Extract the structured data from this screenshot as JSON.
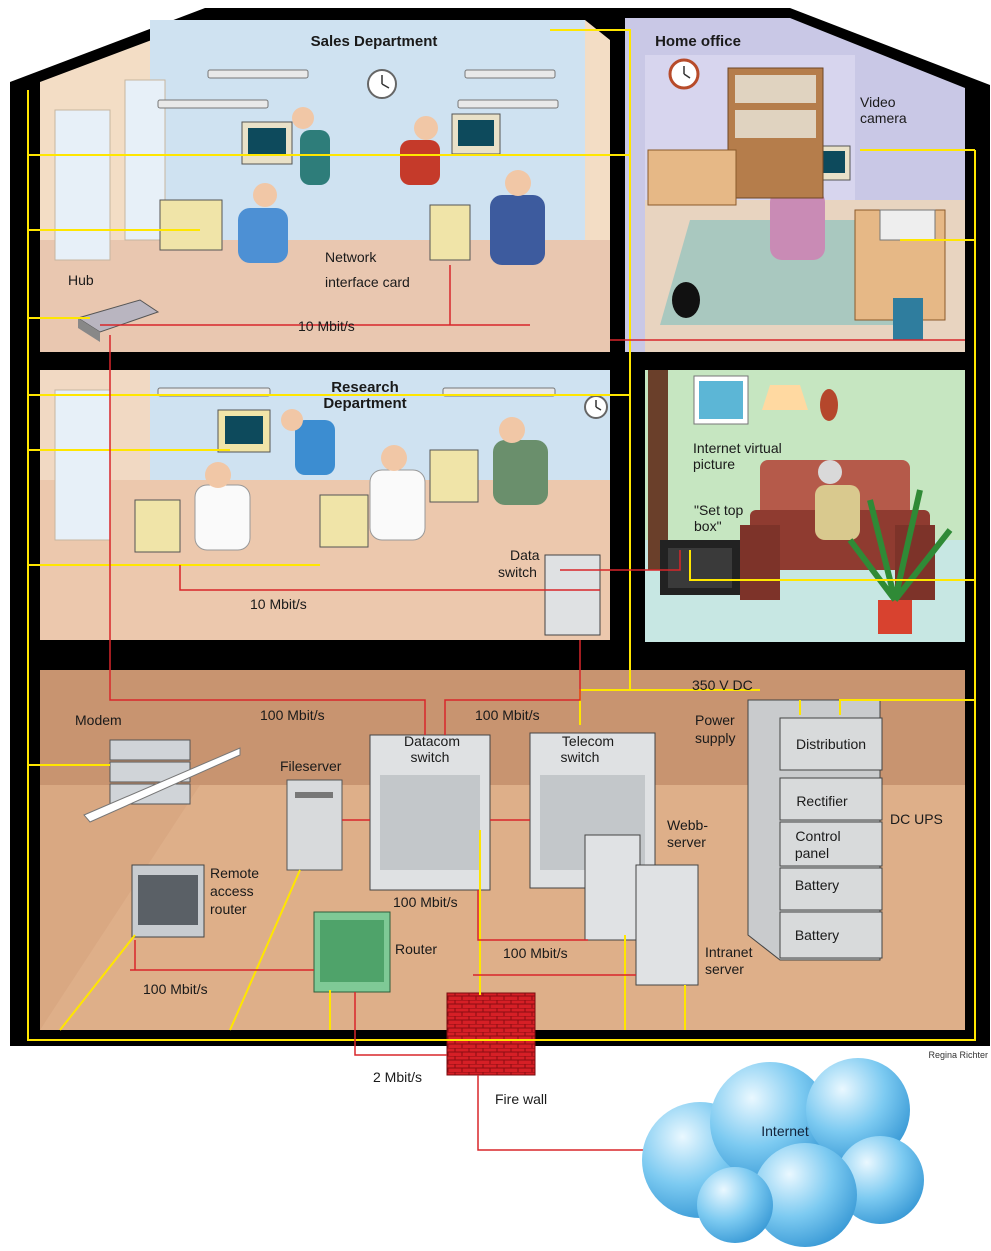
{
  "rooms": {
    "sales": "Sales Department",
    "home": "Home office",
    "research": "Research Department"
  },
  "labels": {
    "video_camera": "Video camera",
    "hub": "Hub",
    "network_interface_card": "Network interface card",
    "sales_speed": "10 Mbit/s",
    "research_speed": "10 Mbit/s",
    "internet_picture": "Internet virtual picture",
    "set_top_box": "\"Set top box\"",
    "data_switch": "Data switch",
    "dc_voltage": "350 V DC",
    "modem": "Modem",
    "link_left": "100 Mbit/s",
    "link_mid": "100 Mbit/s",
    "power_supply": "Power supply",
    "fileserver": "Fileserver",
    "datacom_switch": "Datacom switch",
    "telecom_switch": "Telecom switch",
    "distribution": "Distribution",
    "rectifier": "Rectifier",
    "control_panel": "Control panel",
    "battery_1": "Battery",
    "battery_2": "Battery",
    "dc_ups": "DC UPS",
    "webb_server": "Webb-server",
    "remote_access_router": "Remote access router",
    "link_datacom": "100 Mbit/s",
    "router": "Router",
    "link_intranet": "100 Mbit/s",
    "intranet_server": "Intranet server",
    "link_router": "100 Mbit/s",
    "wan_speed": "2 Mbit/s",
    "fire_wall": "Fire wall",
    "internet": "Internet",
    "credit": "Regina Richter"
  },
  "colors": {
    "frame": "#000000",
    "sales_wall": "#f3ddc5",
    "sales_floor": "#e9c7b0",
    "home_wall": "#c9c8e6",
    "research_wall": "#f1d9c3",
    "living_wall": "#c6e6c1",
    "server_room": "#d9a882",
    "power_line": "#ffe600",
    "data_line": "#d8262a",
    "firewall": "#d61f26",
    "cloud": "#6fc3ee"
  },
  "icons": [
    "hub-icon",
    "modem-icon",
    "router-icon",
    "firewall-icon",
    "cloud-icon",
    "clock-icon",
    "computer-icon",
    "server-icon",
    "ups-icon"
  ]
}
